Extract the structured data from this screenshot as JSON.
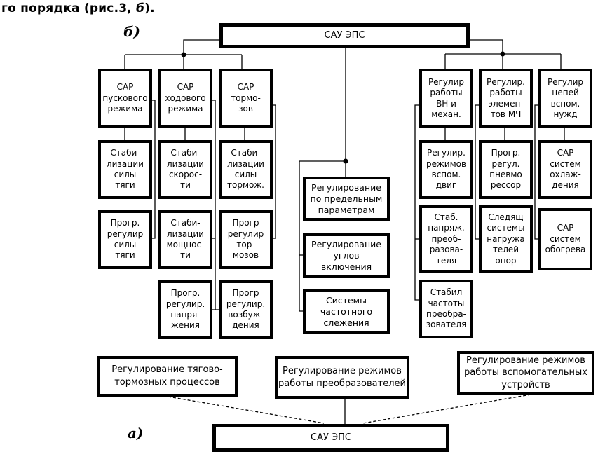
{
  "caption": {
    "prefix": "го порядка (рис.3, ",
    "emph": "б",
    "suffix": ")."
  },
  "colors": {
    "line": "#000000",
    "background": "#ffffff",
    "box_border": "#000000"
  },
  "figure_b": {
    "label": "б)",
    "root": "САУ ЭПС",
    "left_columns": [
      {
        "head": "САР\nпускового\nрежима",
        "subs": [
          "Стаби-\nлизации\nсилы\nтяги",
          "Прогр.\nрегулир\nсилы\nтяги"
        ]
      },
      {
        "head": "САР\nходового\nрежима",
        "subs": [
          "Стаби-\nлизации\nскорос-\nти",
          "Стаби-\nлизации\nмощнос-\nти",
          "Прогр.\nрегулир.\nнапря-\nжения"
        ]
      },
      {
        "head": "САР\nтормо-\nзов",
        "subs": [
          "Стаби-\nлизации\nсилы\nтормож.",
          "Прогр\nрегулир\nтор-\nмозов",
          "Прогр\nрегулир.\nвозбуж-\nдения"
        ]
      }
    ],
    "center_boxes": [
      "Регулирование\nпо предельным\nпараметрам",
      "Регулирование\nуглов\nвключения",
      "Системы\nчастотного\nслежения"
    ],
    "right_columns": [
      {
        "head": "Регулир\nработы\nВН и\nмехан.",
        "subs": [
          "Регулир.\nрежимов\nвспом.\nдвиг",
          "Стаб.\nнапряж.\nпреоб-\nразова-\nтеля",
          "Стабил\nчастоты\nпреобра-\nзователя"
        ]
      },
      {
        "head": "Регулир.\nработы\nэлемен-\nтов МЧ",
        "subs": [
          "Прогр.\nрегул.\nпневмо\nрессор",
          "Следящ\nсистемы\nнагружа\nтелей\nопор"
        ]
      },
      {
        "head": "Регулир\nцепей\nвспом.\nнужд",
        "subs": [
          "САР\nсистем\nохлаж-\nдения",
          "САР\nсистем\nобогрева"
        ]
      }
    ]
  },
  "figure_a": {
    "label": "а)",
    "root": "САУ ЭПС",
    "boxes": [
      "Регулирование тягово-\nтормозных процессов",
      "Регулирование режимов\nработы преобразователей",
      "Регулирование режимов\nработы вспомогательных\nустройств"
    ]
  }
}
